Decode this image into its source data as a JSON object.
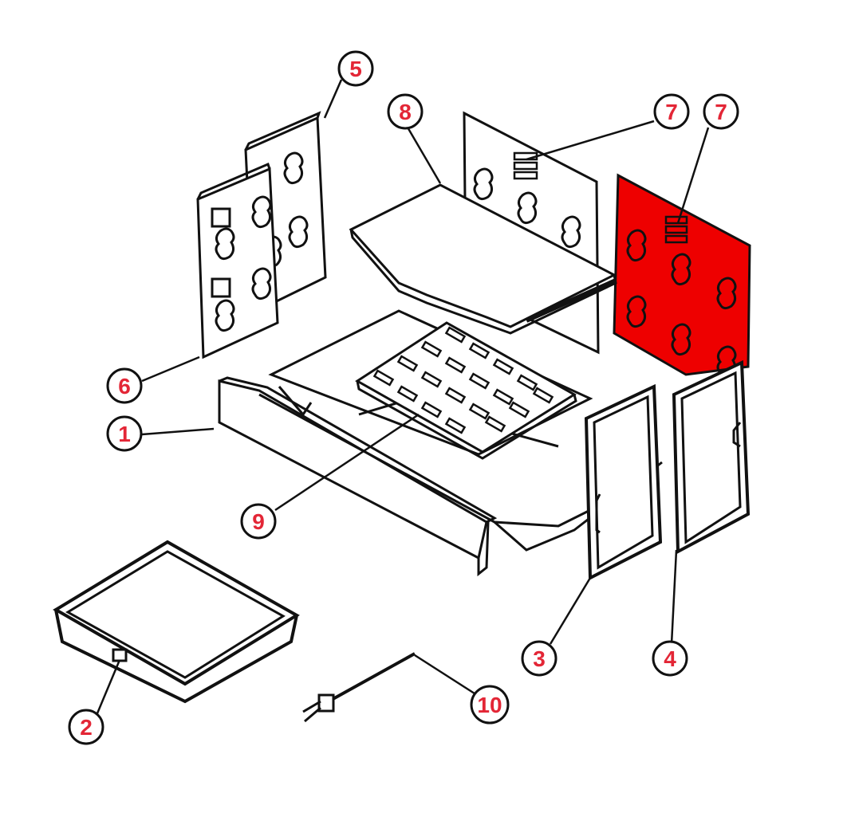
{
  "diagram": {
    "callouts": [
      {
        "id": "c1",
        "text": "1"
      },
      {
        "id": "c2",
        "text": "2"
      },
      {
        "id": "c3",
        "text": "3"
      },
      {
        "id": "c4",
        "text": "4"
      },
      {
        "id": "c5",
        "text": "5"
      },
      {
        "id": "c6",
        "text": "6"
      },
      {
        "id": "c7a",
        "text": "7"
      },
      {
        "id": "c7b",
        "text": "7"
      },
      {
        "id": "c8",
        "text": "8"
      },
      {
        "id": "c9",
        "text": "9"
      },
      {
        "id": "c10",
        "text": "10"
      }
    ],
    "colors": {
      "line": "#111111",
      "highlight": "#ee0000",
      "label": "#e32636",
      "panel": "#ffffff"
    }
  }
}
